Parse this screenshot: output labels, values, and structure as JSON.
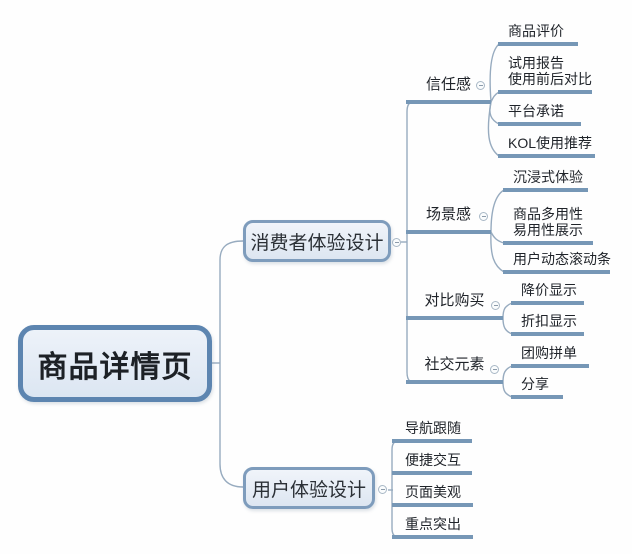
{
  "mindmap": {
    "root": {
      "label": "商品详情页"
    },
    "branches": [
      {
        "label": "消费者体验设计",
        "children": [
          {
            "label": "信任感",
            "children": [
              {
                "label": "商品评价"
              },
              {
                "lines": [
                  "试用报告",
                  "使用前后对比"
                ]
              },
              {
                "label": "平台承诺"
              },
              {
                "label": "KOL使用推荐"
              }
            ]
          },
          {
            "label": "场景感",
            "children": [
              {
                "label": "沉浸式体验"
              },
              {
                "lines": [
                  "商品多用性",
                  "易用性展示"
                ]
              },
              {
                "label": "用户动态滚动条"
              }
            ]
          },
          {
            "label": "对比购买",
            "children": [
              {
                "label": "降价显示"
              },
              {
                "label": "折扣显示"
              }
            ]
          },
          {
            "label": "社交元素",
            "children": [
              {
                "label": "团购拼单"
              },
              {
                "label": "分享"
              }
            ]
          }
        ]
      },
      {
        "label": "用户体验设计",
        "children": [
          {
            "label": "导航跟随"
          },
          {
            "label": "便捷交互"
          },
          {
            "label": "页面美观"
          },
          {
            "label": "重点突出"
          }
        ]
      }
    ]
  },
  "icons": {
    "collapse_glyph": "−",
    "collapse_meaning": "minus-circle collapse toggle"
  },
  "colors": {
    "root_border": "#5d85b0",
    "node_border": "#7e9cbc",
    "node_fill_top": "#f0f4fa",
    "node_fill_bottom": "#dde6f1",
    "underline": "#7697b6",
    "connector": "#97abbf",
    "text": "#22262b",
    "background": "#fefefe"
  }
}
